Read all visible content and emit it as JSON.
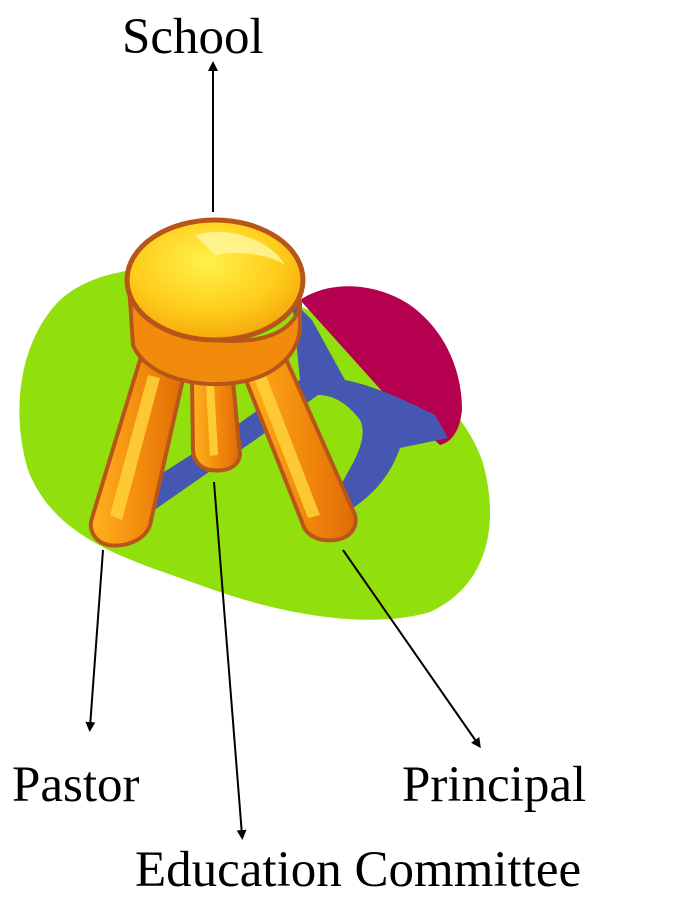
{
  "labels": {
    "top": "School",
    "bottom_left": "Pastor",
    "bottom_center": "Education Committee",
    "bottom_right": "Principal"
  },
  "colors": {
    "background_blob": "#92df0e",
    "frame_blue": "#4657b1",
    "accent_magenta": "#b5004f",
    "stool_orange": "#f28a0c",
    "stool_outline": "#b8561a",
    "seat_yellow": "#ffd23a",
    "arrow": "#000000"
  }
}
